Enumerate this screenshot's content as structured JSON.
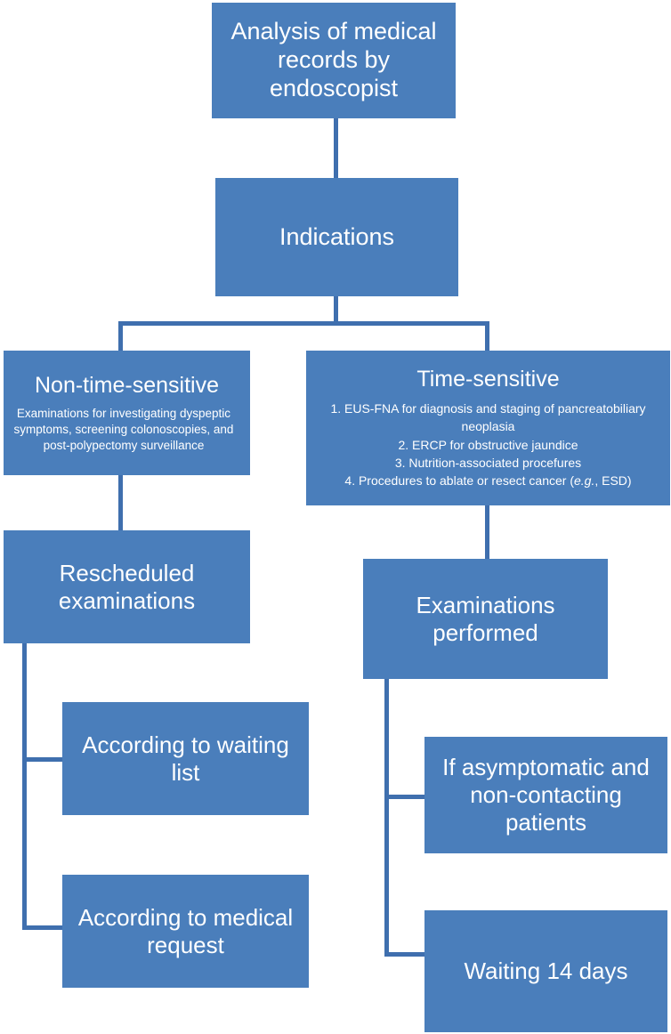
{
  "diagram": {
    "title": "Endoscopy indication triage flowchart",
    "accent_color": "#4A7EBB",
    "connector_color": "#3F6FAE",
    "text_color": "#FFFFFF",
    "background_color": "#FFFFFF"
  },
  "nodes": {
    "analysis": {
      "label": "Analysis of medical records by endoscopist"
    },
    "indications": {
      "label": "Indications"
    },
    "non_time_sensitive": {
      "title": "Non-time-sensitive",
      "body": "Examinations for investigating dyspeptic symptoms, screening colonoscopies, and post-polypectomy surveillance"
    },
    "time_sensitive": {
      "title": "Time-sensitive",
      "items": [
        "1. EUS-FNA for diagnosis and staging of pancreatobiliary neoplasia",
        "2. ERCP for obstructive jaundice",
        "3. Nutrition-associated procefures",
        "4. Procedures to ablate or resect cancer  (e.g., ESD)"
      ],
      "item4_prefix": "4. Procedures to ablate or resect cancer  (",
      "item4_italic": "e.g.",
      "item4_suffix": ", ESD)"
    },
    "rescheduled": {
      "label": "Rescheduled examinations"
    },
    "examinations_performed": {
      "label": "Examinations performed"
    },
    "waiting_list": {
      "label": "According to waiting list"
    },
    "medical_request": {
      "label": "According to medical request"
    },
    "asymptomatic": {
      "label": "If asymptomatic and non-contacting patients"
    },
    "waiting_14_days": {
      "label": "Waiting 14 days"
    }
  },
  "connectors": [
    {
      "name": "analysis-to-indications"
    },
    {
      "name": "indications-to-branch"
    },
    {
      "name": "branch-bar"
    },
    {
      "name": "branch-left-drop"
    },
    {
      "name": "branch-right-drop"
    },
    {
      "name": "non-time-sensitive-to-rescheduled"
    },
    {
      "name": "time-sensitive-to-examinations"
    },
    {
      "name": "rescheduled-spine"
    },
    {
      "name": "rescheduled-stub-waiting-list"
    },
    {
      "name": "rescheduled-stub-medical-request"
    },
    {
      "name": "examinations-spine"
    },
    {
      "name": "examinations-stub-asymptomatic"
    },
    {
      "name": "examinations-stub-waiting-14-days"
    }
  ]
}
